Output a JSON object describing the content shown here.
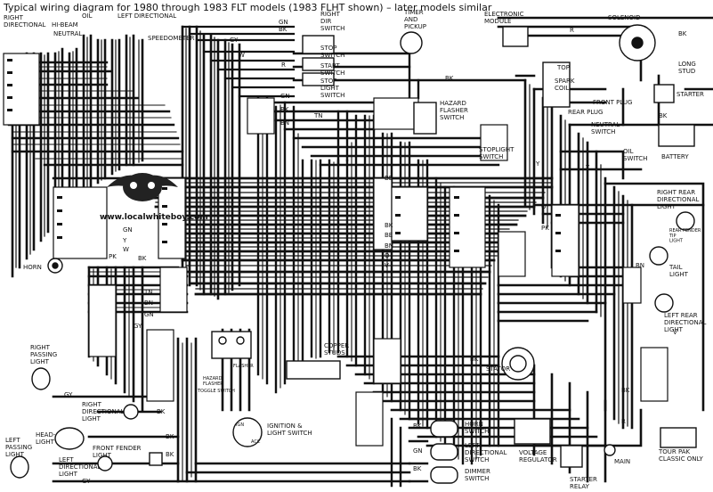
{
  "title": "Typical wiring diagram for 1980 through 1983 FLT models (1983 FLHT shown) – later models similar",
  "watermark": "www.localwhiteboy.com",
  "labels": {
    "right_directional": "RIGHT\nDIRECTIONAL",
    "oil": "OIL",
    "left_directional_top": "LEFT DIRECTIONAL",
    "hi_beam": "HI-BEAM",
    "neutral": "NEUTRAL",
    "speedometer": "SPEEDOMETER",
    "right_dir_switch": "RIGHT\nDIR\nSWITCH",
    "stop_switch": "STOP\nSWITCH",
    "start_switch": "START\nSWITCH",
    "stop_light_switch": "STOP-\nLIGHT\nSWITCH",
    "timer_pickup": "TIMER\nAND\nPICKUP",
    "electronic_module": "ELECTRONIC\nMODULE",
    "solenoid": "SOLENOID",
    "long_stud": "LONG\nSTUD",
    "starter": "STARTER",
    "top": "TOP",
    "spark_coil": "SPARK\nCOIL",
    "front_plug": "FRONT PLUG",
    "rear_plug": "REAR PLUG",
    "neutral_switch": "NEUTRAL\nSWITCH",
    "battery": "BATTERY",
    "oil_switch": "OIL\nSWITCH",
    "hazard_flasher_switch": "HAZARD\nFLASHER\nSWITCH",
    "stoplight_switch": "STOPLIGHT\nSWITCH",
    "right_rear_directional": "RIGHT REAR\nDIRECTIONAL\nLIGHT",
    "rear_fender_tip": "REAR FENDER\nTIP\nLIGHT",
    "tail_light": "TAIL\nLIGHT",
    "left_rear_directional": "LEFT REAR\nDIRECTIONAL\nLIGHT",
    "horn": "HORN",
    "right_passing_light": "RIGHT\nPASSING\nLIGHT",
    "right_directional_light": "RIGHT\nDIRECTIONAL\nLIGHT",
    "head_light": "HEAD-\nLIGHT",
    "left_passing_light": "LEFT\nPASSING\nLIGHT",
    "left_directional_light": "LEFT\nDIRECTIONAL\nLIGHT",
    "front_fender_light": "FRONT FENDER\nLIGHT",
    "toggle_switch": "TOGGLE SWITCH",
    "hazard_flasher": "HAZARD\nFLASHER",
    "flasher": "FLASHER",
    "copper_studs": "COPPER\nSTUDS",
    "ignition_light_switch": "IGNITION &\nLIGHT SWITCH",
    "horn_switch": "HORN\nSWITCH",
    "left_directional_switch": "LEFT\nDIRECTIONAL\nSWITCH",
    "dimmer_switch": "DIMMER\nSWITCH",
    "stator": "STATOR",
    "voltage_regulator": "VOLTAGE\nREGULATOR",
    "starter_relay": "STARTER\nRELAY",
    "main": "MAIN",
    "tour_pak": "TOUR PAK\nCLASSIC ONLY",
    "ign": "IGN",
    "acc": "ACC"
  },
  "wire_codes": {
    "bk": "BK",
    "gn": "GN",
    "gy": "GY",
    "w": "W",
    "r": "R",
    "tn": "TN",
    "bn": "BN",
    "o": "O",
    "y": "Y",
    "be": "BE",
    "pk": "PK",
    "v": "V"
  }
}
